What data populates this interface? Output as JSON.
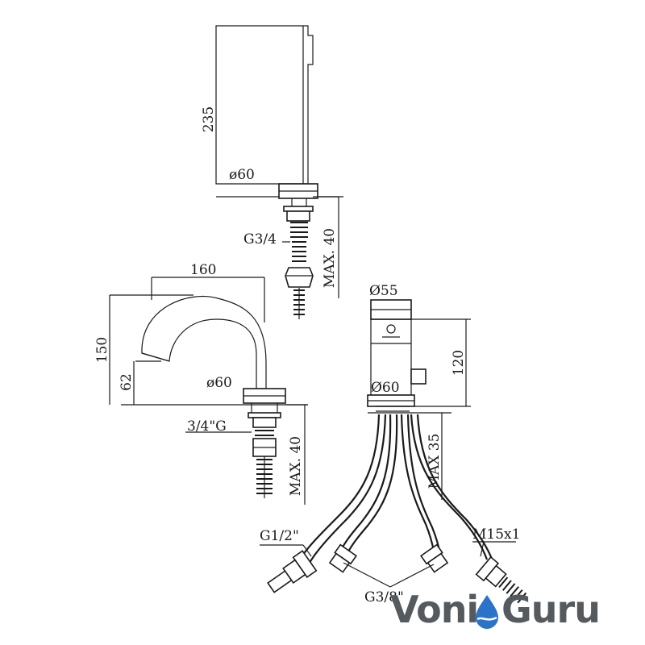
{
  "labels": {
    "top_height": "235",
    "top_diameter": "ø60",
    "top_thread": "G3/4",
    "top_max": "MAX. 40",
    "spout_width": "160",
    "spout_height": "150",
    "spout_outlet": "62",
    "spout_diameter": "ø60",
    "spout_thread": "3/4\"G",
    "spout_max": "MAX. 40",
    "mixer_top_diameter": "Ø55",
    "mixer_height": "120",
    "mixer_diameter": "Ø60",
    "mixer_max": "MAX 35",
    "hose_left": "G1/2\"",
    "hose_right": "M15x1",
    "hose_bottom": "G3/8\""
  },
  "logo": {
    "part1": "Voni",
    "part2": "Guru",
    "text_color": "#555a5e",
    "drop_color": "#2a73c8"
  }
}
